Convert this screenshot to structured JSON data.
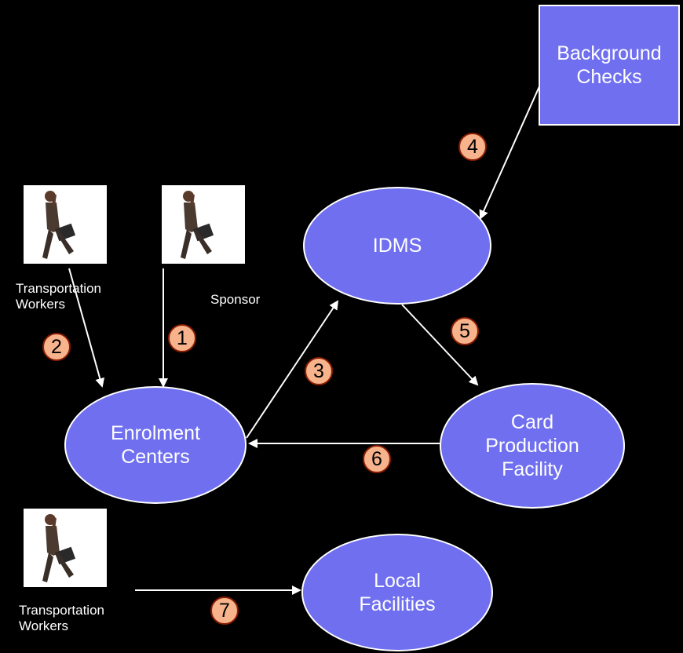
{
  "colors": {
    "background": "#000000",
    "node_fill": "#6f6ff0",
    "badge_fill": "#f7b38c",
    "edge": "#ffffff"
  },
  "nodes": {
    "background_checks": "Background\nChecks",
    "idms": "IDMS",
    "enrolment_centers": "Enrolment\nCenters",
    "card_production": "Card\nProduction\nFacility",
    "local_facilities": "Local\nFacilities"
  },
  "actors": {
    "transportation_workers_top": "Transportation\nWorkers",
    "sponsor": "Sponsor",
    "transportation_workers_bottom": "Transportation\nWorkers",
    "icon": "walking-businessman-icon"
  },
  "steps": [
    "1",
    "2",
    "3",
    "4",
    "5",
    "6",
    "7"
  ]
}
